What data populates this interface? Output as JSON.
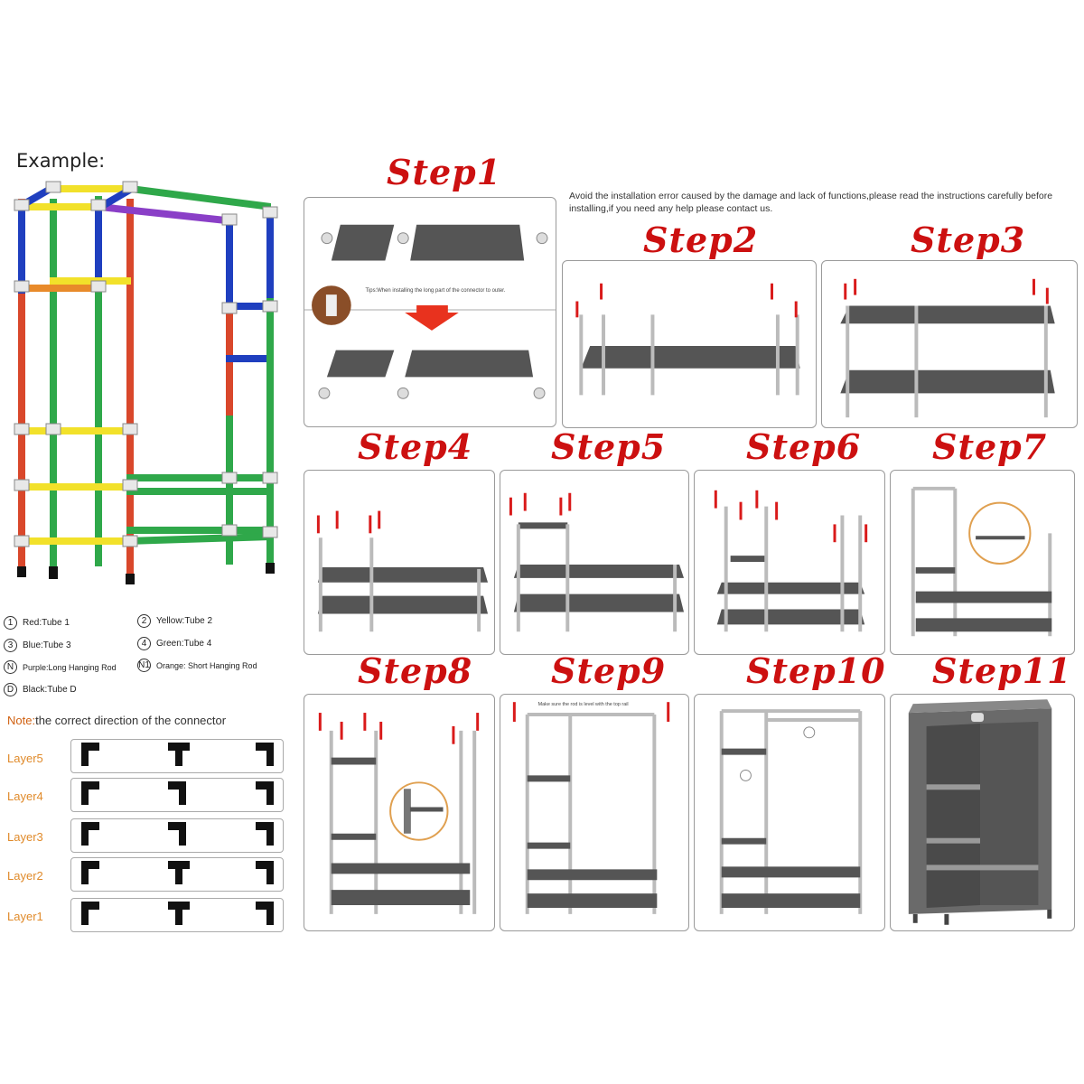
{
  "example_title": "Example:",
  "notice": "Avoid the installation error caused by the damage and lack of functions,please read the instructions carefully before installing,if you need any help please contact us.",
  "step1_note": "Tips:When installing the long part of the connector to outer.",
  "step9_note": "Make sure the rod is level with the top rail",
  "steps": [
    "Step1",
    "Step2",
    "Step3",
    "Step4",
    "Step5",
    "Step6",
    "Step7",
    "Step8",
    "Step9",
    "Step10",
    "Step11"
  ],
  "legend": [
    {
      "mark": "1",
      "label": "Red:Tube 1"
    },
    {
      "mark": "2",
      "label": "Yellow:Tube 2"
    },
    {
      "mark": "3",
      "label": "Blue:Tube 3"
    },
    {
      "mark": "4",
      "label": "Green:Tube 4"
    },
    {
      "mark": "N",
      "label": "Purple:Long Hanging Rod"
    },
    {
      "mark": "N1",
      "label": "Orange: Short Hanging Rod"
    },
    {
      "mark": "D",
      "label": "Black:Tube D"
    }
  ],
  "note_key": "Note:",
  "note_text": "the correct direction of the connector",
  "layers": [
    "Layer5",
    "Layer4",
    "Layer3",
    "Layer2",
    "Layer1"
  ],
  "colors": {
    "red": "#d9472b",
    "yellow": "#f2e12a",
    "blue": "#1f3fbf",
    "green": "#2fa84a",
    "purple": "#8a3fc7",
    "orange": "#e88a2a",
    "step": "#cc1010"
  }
}
